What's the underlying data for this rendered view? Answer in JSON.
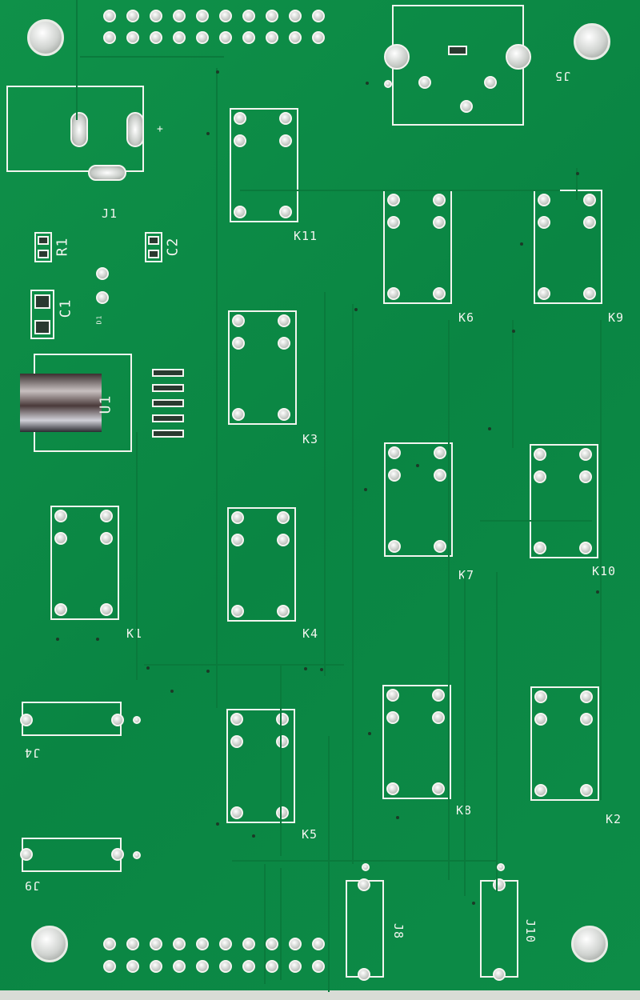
{
  "board": {
    "labels": {
      "J1": "J1",
      "plus": "+",
      "R1": "R1",
      "C2": "C2",
      "C1": "C1",
      "D1": "D1",
      "U1": "U1",
      "J5": "J5",
      "J4": "J4",
      "J9": "J9",
      "J8": "J8",
      "J10": "J10",
      "K1": "K1",
      "K2": "K2",
      "K3": "K3",
      "K4": "K4",
      "K5": "K5",
      "K6": "K6",
      "K7": "K7",
      "K8": "K8",
      "K9": "K9",
      "K10": "K10",
      "K11": "K11"
    },
    "colors": {
      "solder_mask": "#0c8a45",
      "silkscreen": "#f2f5ef",
      "pad": "#d0d3d0"
    }
  }
}
